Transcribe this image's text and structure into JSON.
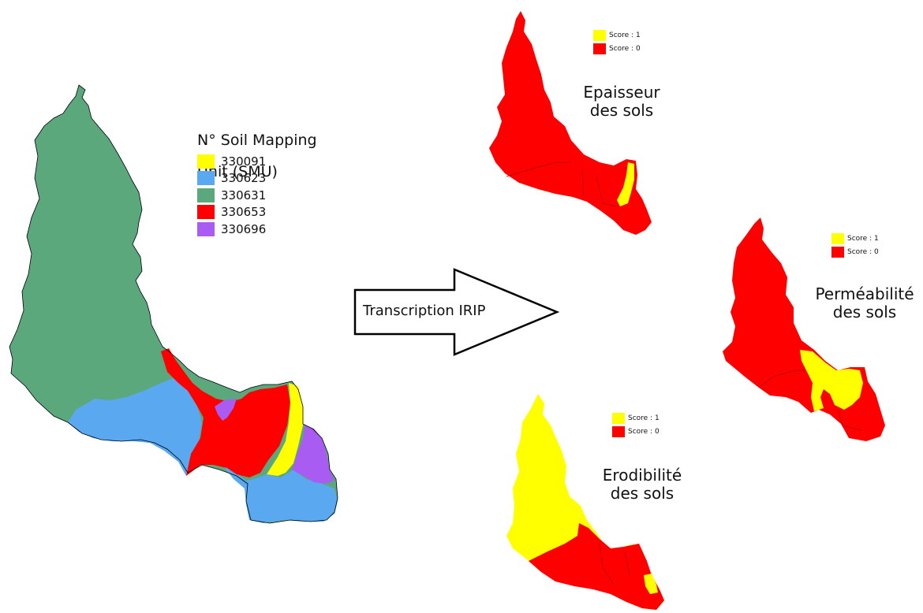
{
  "colors": {
    "yellow": "#ffff00",
    "blue": "#5aa9f0",
    "green": "#5aa87c",
    "red": "#ff0000",
    "purple": "#a95cf2",
    "outline": "#000000"
  },
  "main_legend": {
    "title_line1": "N° Soil Mapping",
    "title_line2": "Unit (SMU)",
    "items": [
      {
        "code": "330091",
        "color": "#ffff00"
      },
      {
        "code": "330623",
        "color": "#5aa9f0"
      },
      {
        "code": "330631",
        "color": "#5aa87c"
      },
      {
        "code": "330653",
        "color": "#ff0000"
      },
      {
        "code": "330696",
        "color": "#a95cf2"
      }
    ]
  },
  "arrow_label": "Transcription IRIP",
  "score_maps": [
    {
      "id": "epaisseur",
      "title_line1": "Epaisseur",
      "title_line2": "des sols",
      "legend": [
        {
          "label": "Score : 1",
          "color": "#ffff00"
        },
        {
          "label": "Score : 0",
          "color": "#ff0000"
        }
      ]
    },
    {
      "id": "permeabilite",
      "title_line1": "Perméabilité",
      "title_line2": "des sols",
      "legend": [
        {
          "label": "Score : 1",
          "color": "#ffff00"
        },
        {
          "label": "Score : 0",
          "color": "#ff0000"
        }
      ]
    },
    {
      "id": "erodibilite",
      "title_line1": "Erodibilité",
      "title_line2": "des sols",
      "legend": [
        {
          "label": "Score : 1",
          "color": "#ffff00"
        },
        {
          "label": "Score : 0",
          "color": "#ff0000"
        }
      ]
    }
  ]
}
